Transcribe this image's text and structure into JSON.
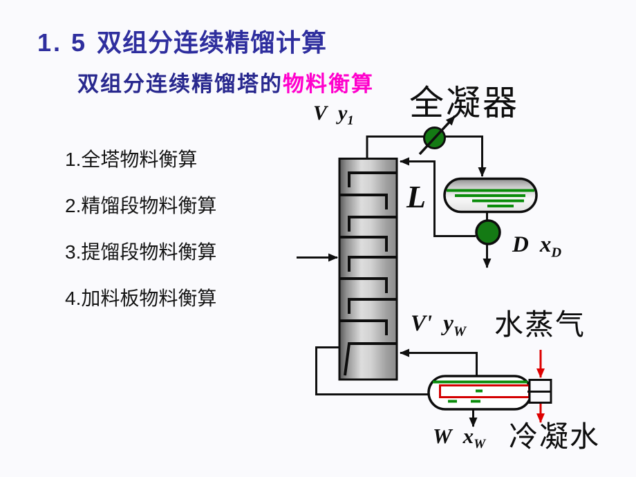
{
  "slide": {
    "title": {
      "number": "1. 5",
      "text": "双组分连续精馏计算"
    },
    "subtitle": {
      "prefix": "双组分连续精馏塔的",
      "highlight": "物料衡算"
    },
    "outline": [
      {
        "num": "1.",
        "text": "全塔物料衡算"
      },
      {
        "num": "2.",
        "text": "精馏段物料衡算"
      },
      {
        "num": "3.",
        "text": "提馏段物料衡算"
      },
      {
        "num": "4.",
        "text": "加料板物料衡算"
      }
    ]
  },
  "diagram": {
    "labels": {
      "condenser": "全凝器",
      "overhead": {
        "flow": "V",
        "comp": "y",
        "sub": "1"
      },
      "reflux": "L",
      "distillate": {
        "flow": "D",
        "comp": "x",
        "sub": "D"
      },
      "boilup": {
        "flow": "V'",
        "comp": "y",
        "sub": "W"
      },
      "steam": "水蒸气",
      "bottoms": {
        "flow": "W",
        "comp": "x",
        "sub": "W"
      },
      "condensate": "冷凝水"
    },
    "colors": {
      "title_blue": "#2e2e9e",
      "subtitle_navy": "#28288e",
      "highlight_magenta": "#ff00cc",
      "equipment_green": "#147a14",
      "liquid_green": "#0a8c0a",
      "steam_red": "#dd0000",
      "line_black": "#0d0d0d"
    }
  }
}
